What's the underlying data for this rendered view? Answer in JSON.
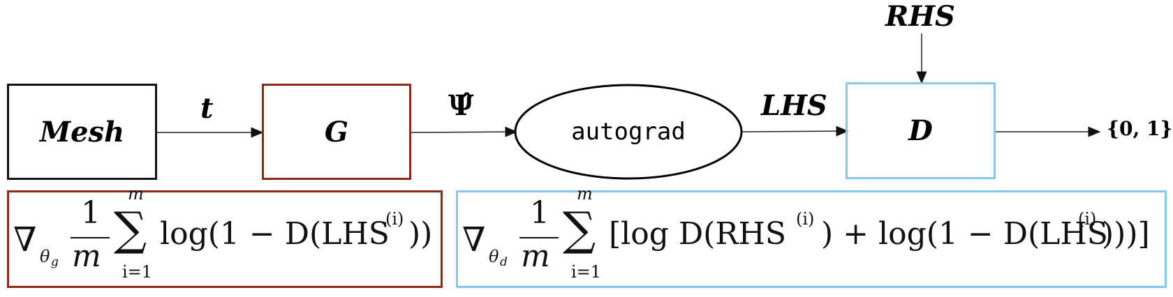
{
  "nodes": {
    "mesh": {
      "label": "Mesh"
    },
    "generator": {
      "label": "G"
    },
    "autograd": {
      "label": "autograd"
    },
    "discriminator": {
      "label": "D"
    }
  },
  "edges": {
    "t": {
      "label": "t"
    },
    "psi_hat": {
      "label": "Ψ̂"
    },
    "lhs": {
      "label": "LHS"
    },
    "rhs": {
      "label": "RHS"
    },
    "output": {
      "label": "{0, 1}"
    }
  },
  "formulas": {
    "generator_loss": {
      "grad": "∇",
      "subscript_theta": "θ",
      "subscript_index": "g",
      "frac_num": "1",
      "frac_den": "m",
      "sum_upper": "m",
      "sum_lower": "i=1",
      "body": "log(1 − D(LHS",
      "superscript": "(i)",
      "close": "))"
    },
    "discriminator_loss": {
      "grad": "∇",
      "subscript_theta": "θ",
      "subscript_index": "d",
      "frac_num": "1",
      "frac_den": "m",
      "sum_upper": "m",
      "sum_lower": "i=1",
      "body_a": "[log D(RHS",
      "superscript_a": "(i)",
      "body_b": ") + log(1 − D(LHS",
      "superscript_b": "(i)",
      "close": ")))]"
    }
  },
  "colors": {
    "mesh_border": "#111111",
    "generator_border": "#8b2a1a",
    "discriminator_border": "#88c8ee",
    "arrow": "#222222"
  }
}
